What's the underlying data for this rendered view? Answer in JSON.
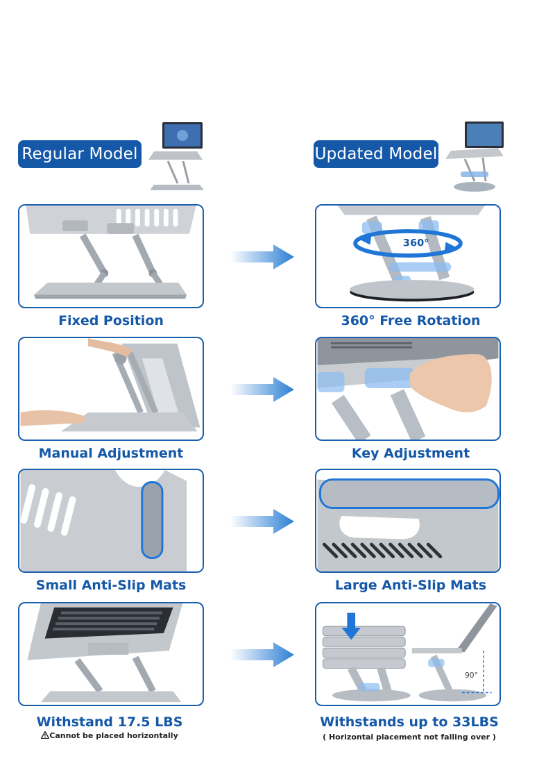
{
  "headers": {
    "left": "Regular Model",
    "right": "Updated Model"
  },
  "rows": [
    {
      "left_caption": "Fixed Position",
      "right_caption": "360° Free Rotation",
      "rotation_label": "360°"
    },
    {
      "left_caption": "Manual Adjustment",
      "right_caption": "Key Adjustment"
    },
    {
      "left_caption": "Small Anti-Slip Mats",
      "right_caption": "Large Anti-Slip Mats"
    },
    {
      "left_caption": "Withstand 17.5 LBS",
      "left_note": "Cannot be placed horizontally",
      "right_caption": "Withstands up to 33LBS",
      "right_note": "( Horizontal placement not falling over )",
      "angle_label": "90°"
    }
  ],
  "icons": {
    "warning": "warning-triangle-icon",
    "arrow": "arrow-right-icon"
  },
  "colors": {
    "brand_blue": "#1558a8",
    "arrow_blue": "#2b7fd4",
    "metal": "#c9cdd2"
  }
}
